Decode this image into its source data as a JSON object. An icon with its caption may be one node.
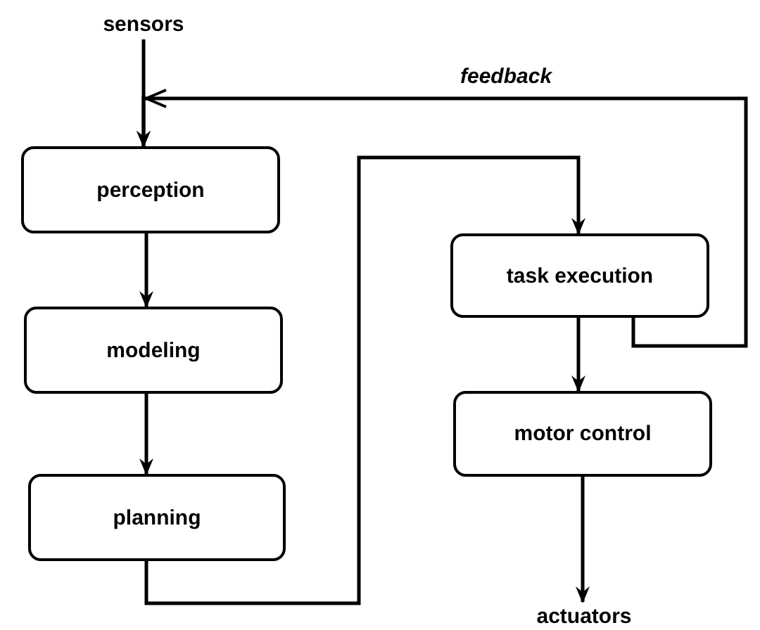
{
  "diagram": {
    "nodes": [
      {
        "text": [
          "sensors"
        ]
      },
      {
        "text": [
          "perception"
        ]
      },
      {
        "text": [
          "modeling"
        ]
      },
      {
        "text": [
          "planning"
        ]
      },
      {
        "text": [
          "task execution"
        ]
      },
      {
        "text": [
          "motor control"
        ]
      },
      {
        "text": [
          "actuators"
        ]
      }
    ],
    "edges": [
      {
        "from": 0,
        "to": 1,
        "arrow": "to"
      },
      {
        "from": 4,
        "to": 1,
        "arrow": "to",
        "label": "feedback"
      },
      {
        "from": 1,
        "to": 2,
        "arrow": "to"
      },
      {
        "from": 2,
        "to": 3,
        "arrow": "to"
      },
      {
        "from": 3,
        "to": 4,
        "arrow": "to"
      },
      {
        "from": 4,
        "to": 5,
        "arrow": "to"
      },
      {
        "from": 5,
        "to": 6,
        "arrow": "to"
      }
    ]
  }
}
